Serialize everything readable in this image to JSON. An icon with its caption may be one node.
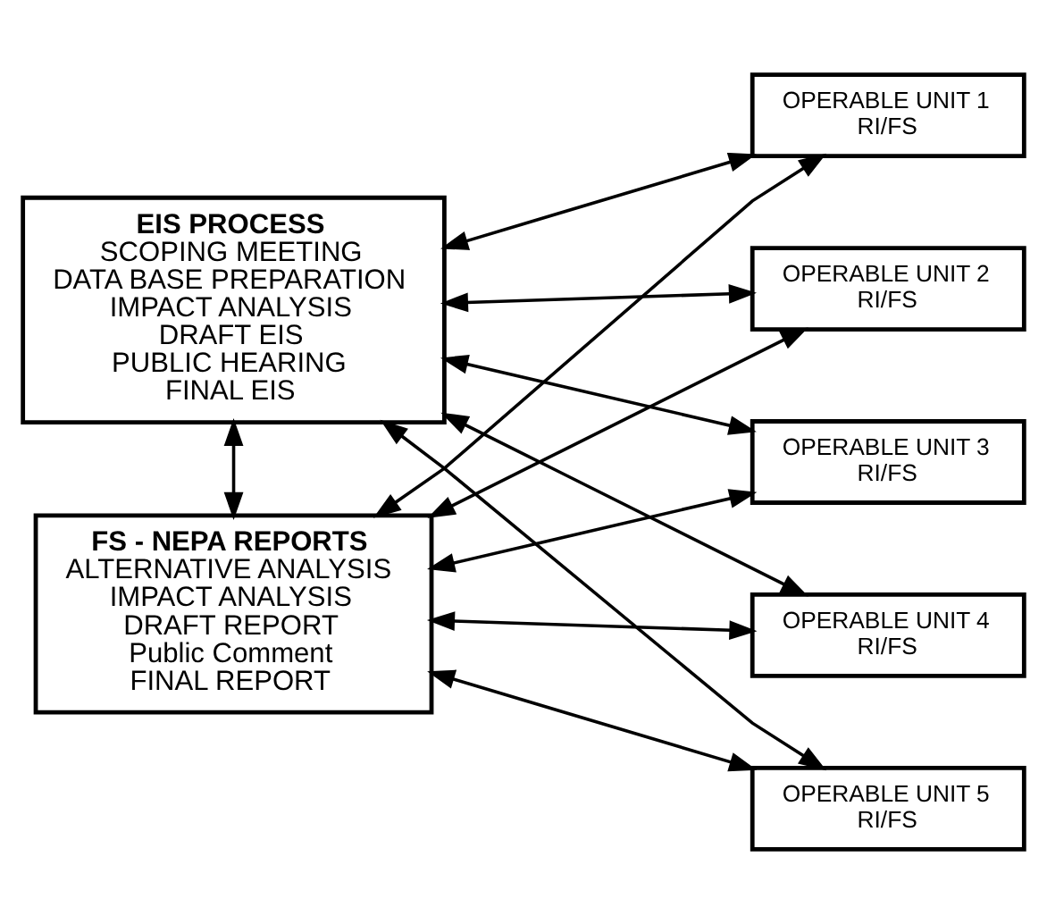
{
  "diagram": {
    "nodes": [
      {
        "text": [
          "EIS PROCESS",
          "SCOPING MEETING",
          "DATA BASE PREPARATION",
          "IMPACT ANALYSIS",
          "DRAFT EIS",
          "PUBLIC HEARING",
          "FINAL EIS"
        ]
      },
      {
        "text": [
          "FS - NEPA REPORTS",
          "ALTERNATIVE ANALYSIS",
          "IMPACT ANALYSIS",
          "DRAFT REPORT",
          "Public Comment",
          "FINAL REPORT"
        ]
      },
      {
        "text": [
          "OPERABLE UNIT 1",
          "RI/FS"
        ]
      },
      {
        "text": [
          "OPERABLE UNIT 2",
          "RI/FS"
        ]
      },
      {
        "text": [
          "OPERABLE UNIT 3",
          "RI/FS"
        ]
      },
      {
        "text": [
          "OPERABLE UNIT 4",
          "RI/FS"
        ]
      },
      {
        "text": [
          "OPERABLE UNIT 5",
          "RI/FS"
        ]
      }
    ],
    "edges": [
      {
        "from": 0,
        "to": 1,
        "arrow": "both"
      },
      {
        "from": 0,
        "to": 2,
        "arrow": "both"
      },
      {
        "from": 0,
        "to": 3,
        "arrow": "both"
      },
      {
        "from": 0,
        "to": 4,
        "arrow": "both"
      },
      {
        "from": 0,
        "to": 5,
        "arrow": "both"
      },
      {
        "from": 0,
        "to": 6,
        "arrow": "both"
      },
      {
        "from": 1,
        "to": 2,
        "arrow": "both"
      },
      {
        "from": 1,
        "to": 3,
        "arrow": "both"
      },
      {
        "from": 1,
        "to": 4,
        "arrow": "both"
      },
      {
        "from": 1,
        "to": 5,
        "arrow": "both"
      },
      {
        "from": 1,
        "to": 6,
        "arrow": "both"
      }
    ]
  }
}
